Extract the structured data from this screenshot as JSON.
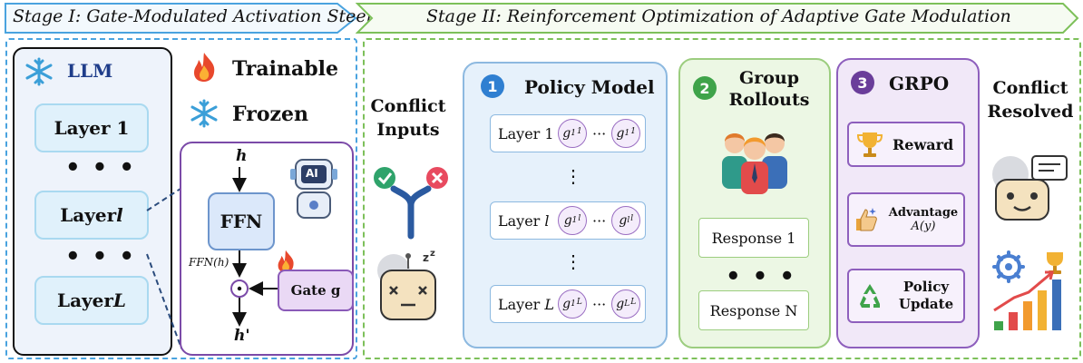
{
  "stage1": {
    "title": "Stage I: Gate-Modulated Activation Steering"
  },
  "stage2": {
    "title": "Stage II:  Reinforcement Optimization of Adaptive Gate Modulation"
  },
  "legend": {
    "trainable": "Trainable",
    "frozen": "Frozen"
  },
  "llm": {
    "label": "LLM",
    "layers": [
      "Layer 1",
      "Layer ",
      "Layer "
    ],
    "layer_vars": [
      "",
      "l",
      "L"
    ],
    "dots": "• • •"
  },
  "gate_detail": {
    "input": "h",
    "ffn": "FFN",
    "ffn_out": "FFN(h)",
    "gate": "Gate g",
    "output": "h'",
    "robot_label": "AI"
  },
  "conflict_inputs": {
    "label_line1": "Conflict",
    "label_line2": "Inputs"
  },
  "policy": {
    "number": "1",
    "title": "Policy Model",
    "rows": [
      {
        "label": "Layer 1",
        "g1_sup": "1",
        "g2_sub": "1",
        "g2_sup": "1"
      },
      {
        "label": "Layer ",
        "var": "l",
        "g1_sup": "l",
        "g2_sub": "l",
        "g2_sup": "l"
      },
      {
        "label": "Layer ",
        "var": "L",
        "g1_sup": "L",
        "g2_sub": "L",
        "g2_sup": "L"
      }
    ],
    "vdots": "⋮",
    "hdots": "···",
    "g": "g",
    "g_sub_first": "1"
  },
  "rollouts": {
    "number": "2",
    "title_line1": "Group",
    "title_line2": "Rollouts",
    "responses": [
      "Response 1",
      "Response N"
    ],
    "dots": "• • •"
  },
  "grpo": {
    "number": "3",
    "title": "GRPO",
    "reward": "Reward",
    "advantage": "Advantage",
    "advantage_formula": "A(y)",
    "update_line1": "Policy",
    "update_line2": "Update"
  },
  "resolved": {
    "label_line1": "Conflict",
    "label_line2": "Resolved"
  },
  "colors": {
    "stage1_border": "#4aa3df",
    "stage2_border": "#7dc05a",
    "badge_blue": "#2f7fd1",
    "badge_green": "#3fa34a",
    "badge_purple": "#6a3d9a"
  }
}
